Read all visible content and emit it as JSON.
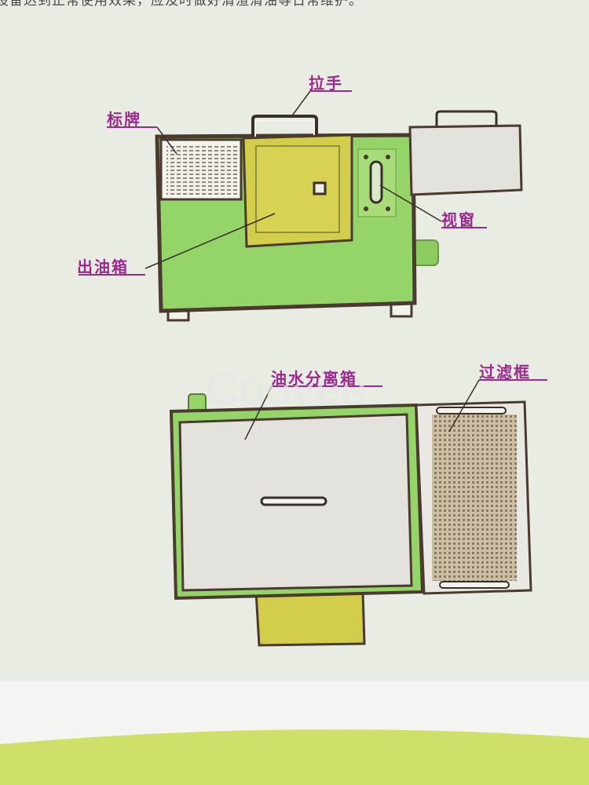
{
  "caption": "设备达到正常使用效果，应及时做好清渣清油等日常维护。",
  "watermark": "Coovee",
  "labels": {
    "handle": "拉手",
    "nameplate": "标牌",
    "oil_outlet_box": "出油箱",
    "sight_window": "视窗",
    "oil_water_separator": "油水分离箱",
    "filter_frame": "过滤框"
  },
  "colors": {
    "machine_green": "#95d468",
    "outlet_yellow": "#d3cd4c",
    "panel_gray": "#e4e2dc",
    "frame_dark": "#4a3a30",
    "label_purple": "#9b2a8e",
    "filter_brown": "#b5a68a"
  }
}
